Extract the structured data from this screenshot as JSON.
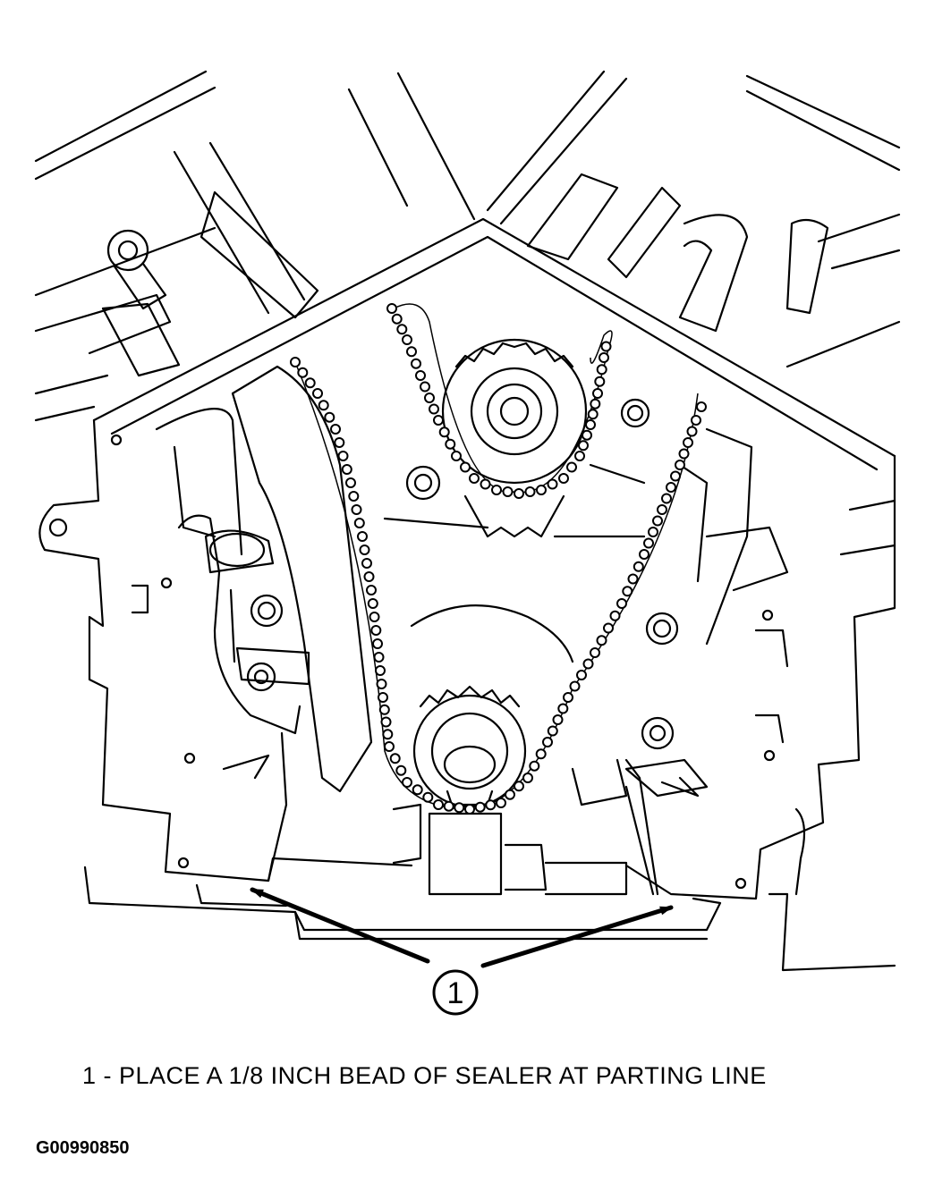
{
  "callout": {
    "number": "1"
  },
  "caption": "1 - PLACE A 1/8 INCH BEAD OF SEALER AT PARTING LINE",
  "figure_id": "G00990850",
  "colors": {
    "ink": "#000000",
    "paper": "#ffffff"
  }
}
